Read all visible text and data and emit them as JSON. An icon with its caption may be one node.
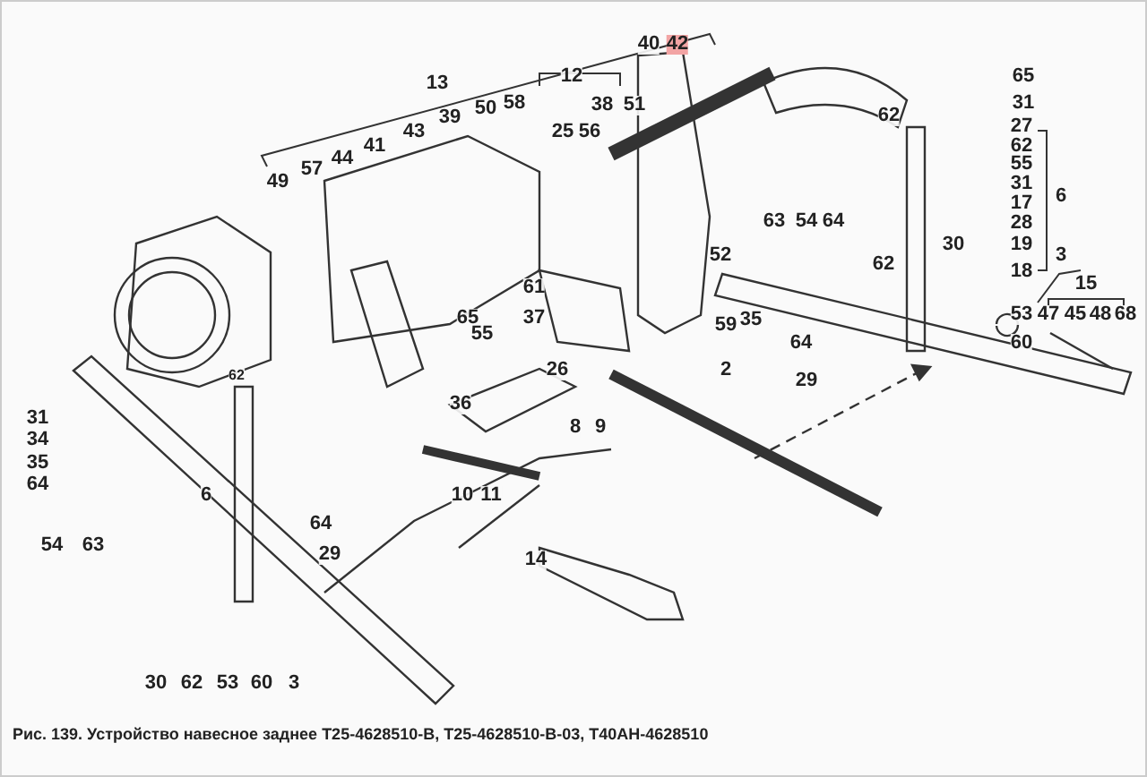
{
  "diagram": {
    "caption": "Рис. 139. Устройство навесное заднее Т25-4628510-В, Т25-4628510-В-03, Т40АН-4628510",
    "labels": [
      "40",
      "42",
      "13",
      "12",
      "65",
      "39",
      "50",
      "58",
      "38",
      "51",
      "31",
      "43",
      "25",
      "56",
      "62",
      "27",
      "41",
      "44",
      "57",
      "62",
      "55",
      "49",
      "6",
      "31",
      "17",
      "63",
      "54",
      "64",
      "28",
      "52",
      "30",
      "19",
      "3",
      "62",
      "61",
      "18",
      "15",
      "65",
      "37",
      "53",
      "55",
      "59",
      "35",
      "47",
      "45",
      "48",
      "68",
      "64",
      "60",
      "26",
      "2",
      "29",
      "36",
      "31",
      "8",
      "9",
      "34",
      "35",
      "10",
      "11",
      "64",
      "6",
      "64",
      "54",
      "63",
      "29",
      "14",
      "30",
      "62",
      "53",
      "60",
      "3",
      "62"
    ]
  }
}
